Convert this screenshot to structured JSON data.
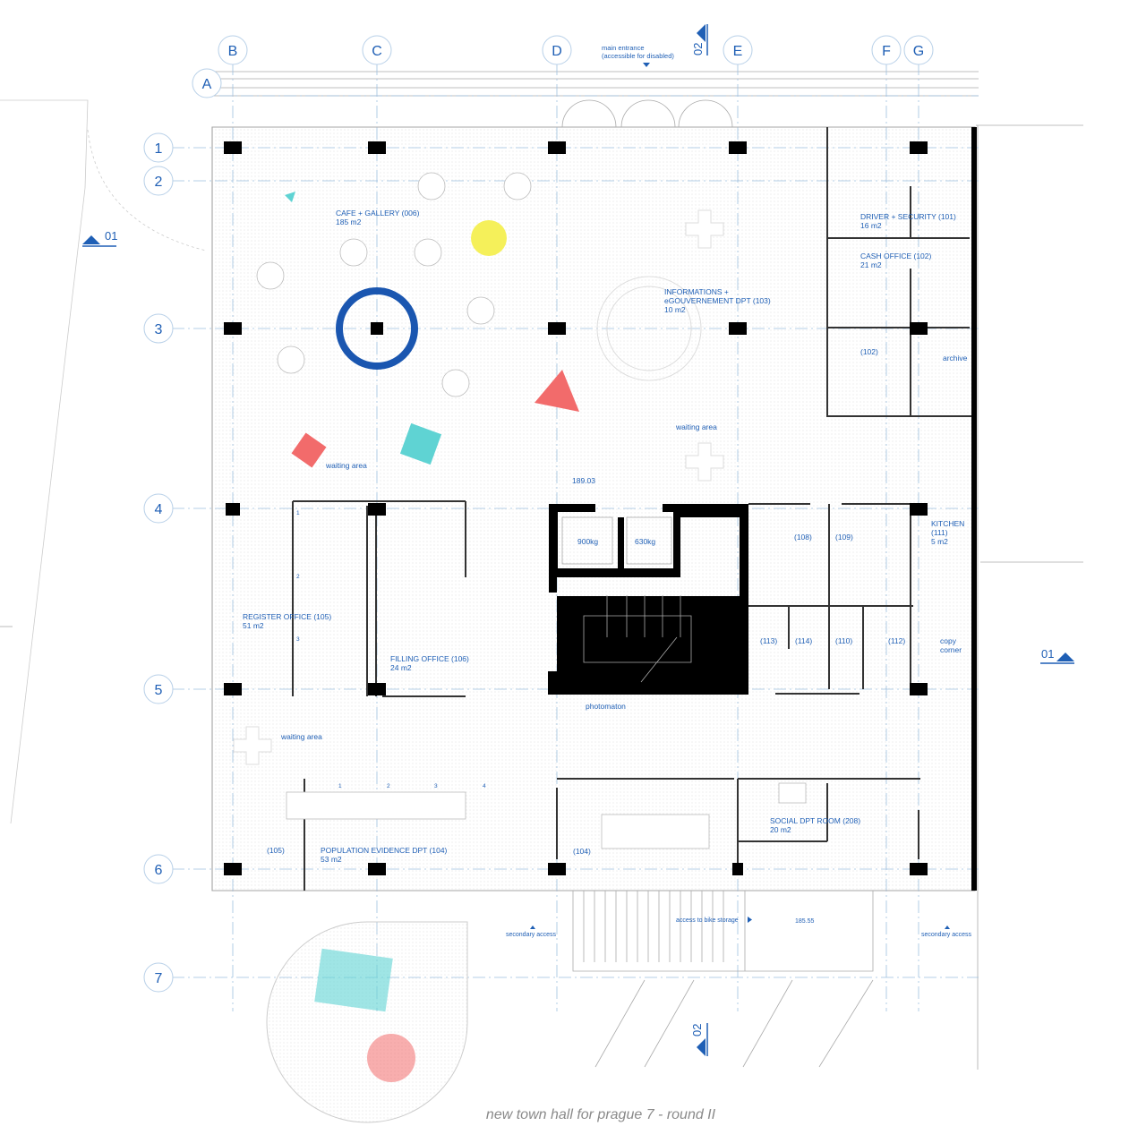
{
  "grid": {
    "columns": [
      "B",
      "C",
      "D",
      "E",
      "F",
      "G"
    ],
    "row_a": "A",
    "rows": [
      "1",
      "2",
      "3",
      "4",
      "5",
      "6",
      "7"
    ]
  },
  "sections": {
    "left_01": "01",
    "right_01": "01",
    "top_02": "02",
    "bottom_02": "02"
  },
  "entrance": {
    "line1": "main entrance",
    "line2": "(accessible for disabled)"
  },
  "rooms": {
    "cafe": {
      "name": "CAFE + GALLERY (006)",
      "area": "185 m2"
    },
    "driver": {
      "name": "DRIVER + SECURITY (101)",
      "area": "16 m2"
    },
    "cash": {
      "name": "CASH OFFICE (102)",
      "area": "21 m2"
    },
    "info": {
      "line1": "INFORMATIONS +",
      "line2": "eGOUVERNEMENT DPT (103)",
      "area": "10 m2"
    },
    "room102b": "(102)",
    "archive": "archive",
    "kitchen": {
      "name": "KITCHEN",
      "num": "(111)",
      "area": "5 m2"
    },
    "register": {
      "name": "REGISTER OFFICE (105)",
      "area": "51 m2"
    },
    "filling": {
      "name": "FILLING OFFICE (106)",
      "area": "24 m2"
    },
    "population": {
      "name": "POPULATION EVIDENCE DPT (104)",
      "area": "53 m2"
    },
    "room105b": "(105)",
    "room104b": "(104)",
    "social": {
      "name": "SOCIAL DPT ROOM (208)",
      "area": "20 m2"
    },
    "wc": [
      "(108)",
      "(109)",
      "(113)",
      "(114)",
      "(110)",
      "(112)"
    ],
    "copy": {
      "line1": "copy",
      "line2": "corner"
    },
    "photomaton": "photomaton"
  },
  "labels": {
    "waiting_area": "waiting area",
    "lift_large": "900kg",
    "lift_small": "630kg",
    "level_upper": "189.03",
    "level_lower": "185.55",
    "secondary_access": "secondary access",
    "bike_access": "access to bike storage",
    "desk_numbers": [
      "1",
      "2",
      "3",
      "4"
    ],
    "register_numbers": [
      "1",
      "2",
      "3"
    ]
  },
  "colors": {
    "blue": "#1f5fb5",
    "ring": "#1a56b0",
    "red": "#f26b6b",
    "cyan": "#5fd3d3",
    "yellow": "#f5f05a"
  },
  "caption": "new town hall for prague 7 - round II"
}
